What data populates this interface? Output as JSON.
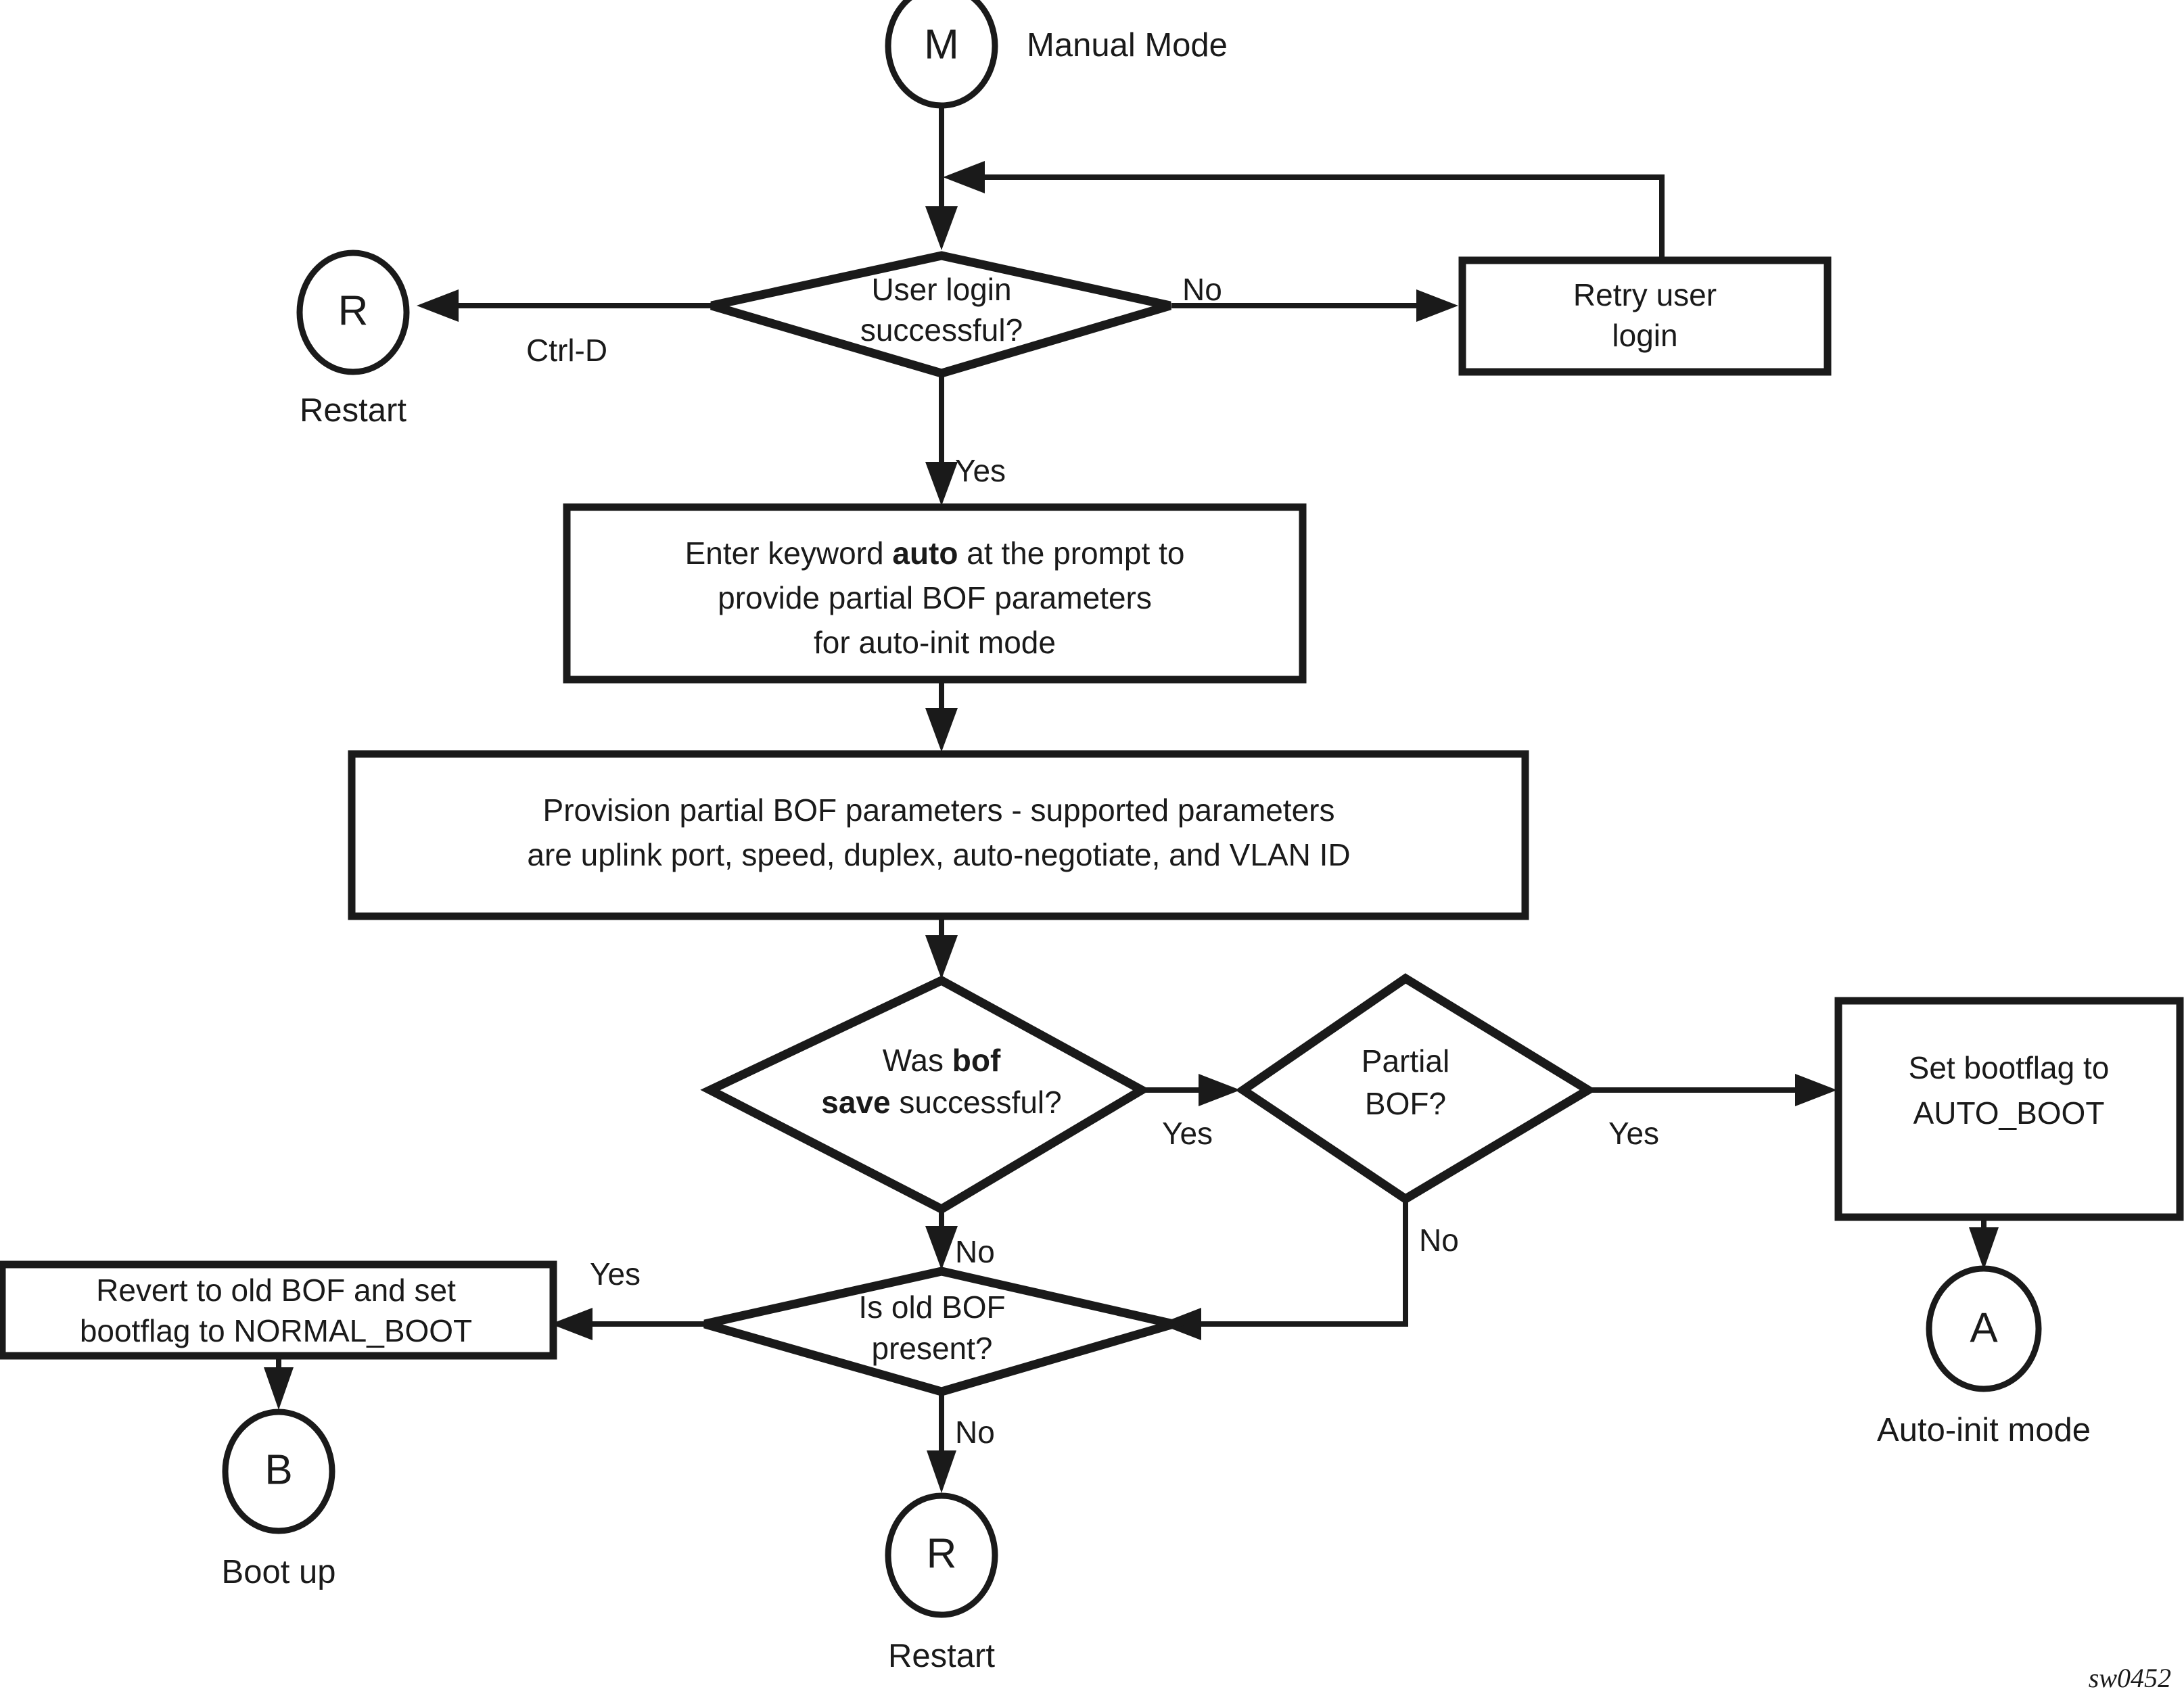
{
  "diagram": {
    "title": "Manual Mode boot configuration flowchart",
    "watermark": "sw0452",
    "colors": {
      "stroke": "#1a1a1a",
      "fill": "#ffffff",
      "background": "#ffffff"
    }
  },
  "nodes": {
    "manual_mode": {
      "type": "connector-circle",
      "letter": "M",
      "caption": "Manual Mode"
    },
    "restart_top": {
      "type": "connector-circle",
      "letter": "R",
      "caption": "Restart"
    },
    "user_login_decision": {
      "type": "decision",
      "line1": "User login",
      "line2": "successful?"
    },
    "retry_user_login": {
      "type": "process",
      "line1": "Retry user",
      "line2": "login"
    },
    "enter_keyword_auto": {
      "type": "process",
      "line1_pre": "Enter keyword ",
      "line1_bold": "auto",
      "line1_post": " at the prompt to",
      "line2": "provide partial BOF parameters",
      "line3": "for auto-init mode"
    },
    "provision_partial_bof": {
      "type": "process",
      "line1": "Provision partial BOF parameters - supported parameters",
      "line2": "are uplink port, speed, duplex, auto-negotiate, and VLAN ID"
    },
    "bof_save_decision": {
      "type": "decision",
      "line1_pre": "Was ",
      "line1_bold": "bof",
      "line2_bold": "save",
      "line2_post": " successful?"
    },
    "partial_bof_decision": {
      "type": "decision",
      "line1": "Partial",
      "line2": "BOF?"
    },
    "set_bootflag_auto": {
      "type": "process",
      "line1": "Set bootflag to",
      "line2": "AUTO_BOOT"
    },
    "auto_init_terminal": {
      "type": "connector-circle",
      "letter": "A",
      "caption": "Auto-init mode"
    },
    "old_bof_decision": {
      "type": "decision",
      "line1": "Is old BOF",
      "line2": "present?"
    },
    "revert_old_bof": {
      "type": "process",
      "line1": "Revert to old BOF and set",
      "line2": "bootflag to NORMAL_BOOT"
    },
    "boot_up_terminal": {
      "type": "connector-circle",
      "letter": "B",
      "caption": "Boot up"
    },
    "restart_bottom": {
      "type": "connector-circle",
      "letter": "R",
      "caption": "Restart"
    }
  },
  "edge_labels": {
    "login_no": "No",
    "login_ctrl_d": "Ctrl-D",
    "login_yes": "Yes",
    "bof_save_yes": "Yes",
    "bof_save_no": "No",
    "partial_bof_yes": "Yes",
    "partial_bof_no": "No",
    "old_bof_yes": "Yes",
    "old_bof_no": "No"
  }
}
